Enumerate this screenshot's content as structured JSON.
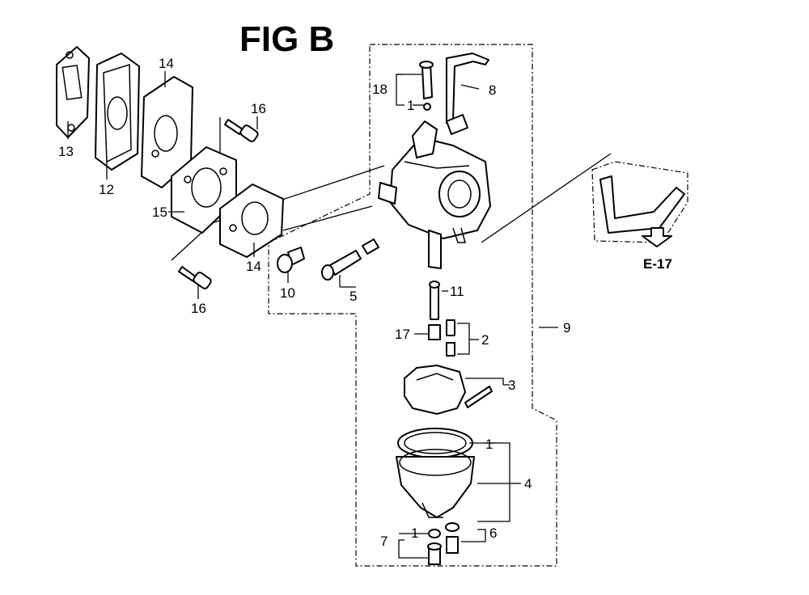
{
  "title": "FIG B",
  "reference": "E-17",
  "callouts": {
    "c13": "13",
    "c12": "12",
    "c14a": "14",
    "c16a": "16",
    "c15": "15",
    "c14b": "14",
    "c16b": "16",
    "c10": "10",
    "c5": "5",
    "c18": "18",
    "c1a": "1",
    "c8": "8",
    "c11": "11",
    "c17": "17",
    "c2": "2",
    "c9": "9",
    "c3": "3",
    "c1b": "1",
    "c4": "4",
    "c7": "7",
    "c1c": "1",
    "c6": "6"
  }
}
